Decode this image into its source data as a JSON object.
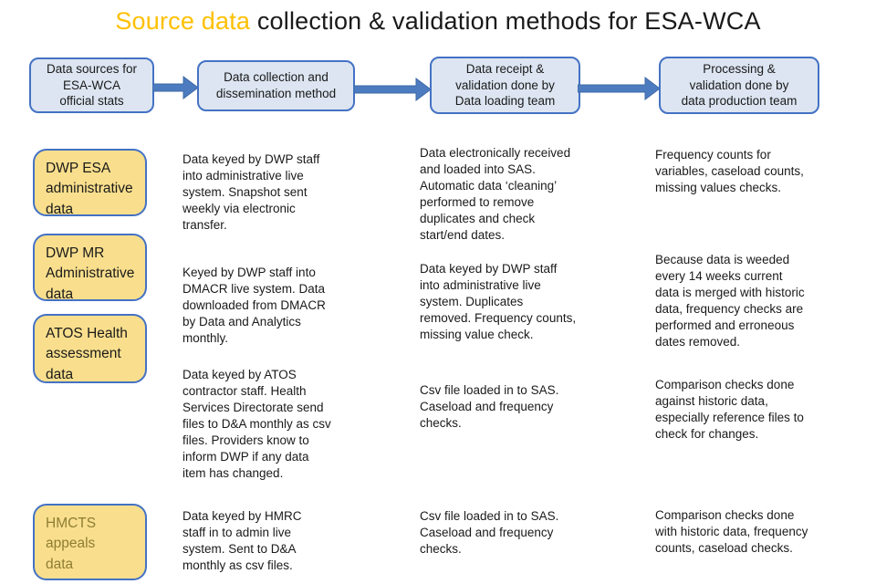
{
  "title": {
    "highlight": "Source data",
    "rest": " collection & validation methods for ESA-WCA"
  },
  "palette": {
    "title_highlight": "#FFC000",
    "box_border_blue": "#4472C4",
    "header_box_fill": "#DCE5F1",
    "label_box_fill": "#F9DF8D",
    "arrow_blue": "#4C7CBF",
    "hmcts_label_text": "#8E7D33",
    "body_text": "#1A1A1A"
  },
  "flow_steps": [
    {
      "label": "Data sources for\nESA-WCA\nofficial stats"
    },
    {
      "label": "Data collection and\ndissemination method"
    },
    {
      "label": "Data receipt &\nvalidation done by\nData loading team"
    },
    {
      "label": "Processing &\nvalidation done by\ndata production team"
    }
  ],
  "rows": [
    {
      "source": "DWP ESA\nadministrative\ndata",
      "collection": "Data keyed by DWP staff\ninto administrative live\nsystem. Snapshot sent\nweekly via electronic\ntransfer.",
      "receipt": "Data electronically received\nand loaded into SAS.\nAutomatic data ‘cleaning’\nperformed to remove\nduplicates and check\nstart/end dates.",
      "processing": "Frequency counts for\nvariables, caseload counts,\nmissing values checks."
    },
    {
      "source": "DWP MR\nAdministrative\ndata",
      "collection": "Keyed by DWP staff into\nDMACR live system. Data\ndownloaded from DMACR\nby Data and Analytics\nmonthly.",
      "receipt": "Data keyed by DWP staff\ninto administrative live\nsystem. Duplicates\nremoved. Frequency counts,\nmissing value check.",
      "processing": "Because data is weeded\nevery 14 weeks current\ndata is merged with historic\ndata, frequency checks are\nperformed and erroneous\ndates removed."
    },
    {
      "source": "ATOS Health\nassessment\ndata",
      "collection": "Data keyed by ATOS\ncontractor staff. Health\nServices Directorate send\nfiles to D&A monthly as csv\nfiles. Providers know to\ninform DWP if any data\nitem has changed.",
      "receipt": "Csv file loaded in to SAS.\nCaseload and frequency\nchecks.",
      "processing": "Comparison checks done\nagainst historic data,\nespecially reference files to\ncheck for changes."
    },
    {
      "source": "HMCTS\nappeals\ndata",
      "collection": "Data keyed by HMRC\nstaff in to admin live\nsystem. Sent to D&A\nmonthly as csv files.",
      "receipt": "Csv file loaded in to SAS.\nCaseload and frequency\nchecks.",
      "processing": "Comparison checks done\nwith historic data, frequency\ncounts, caseload checks."
    }
  ]
}
